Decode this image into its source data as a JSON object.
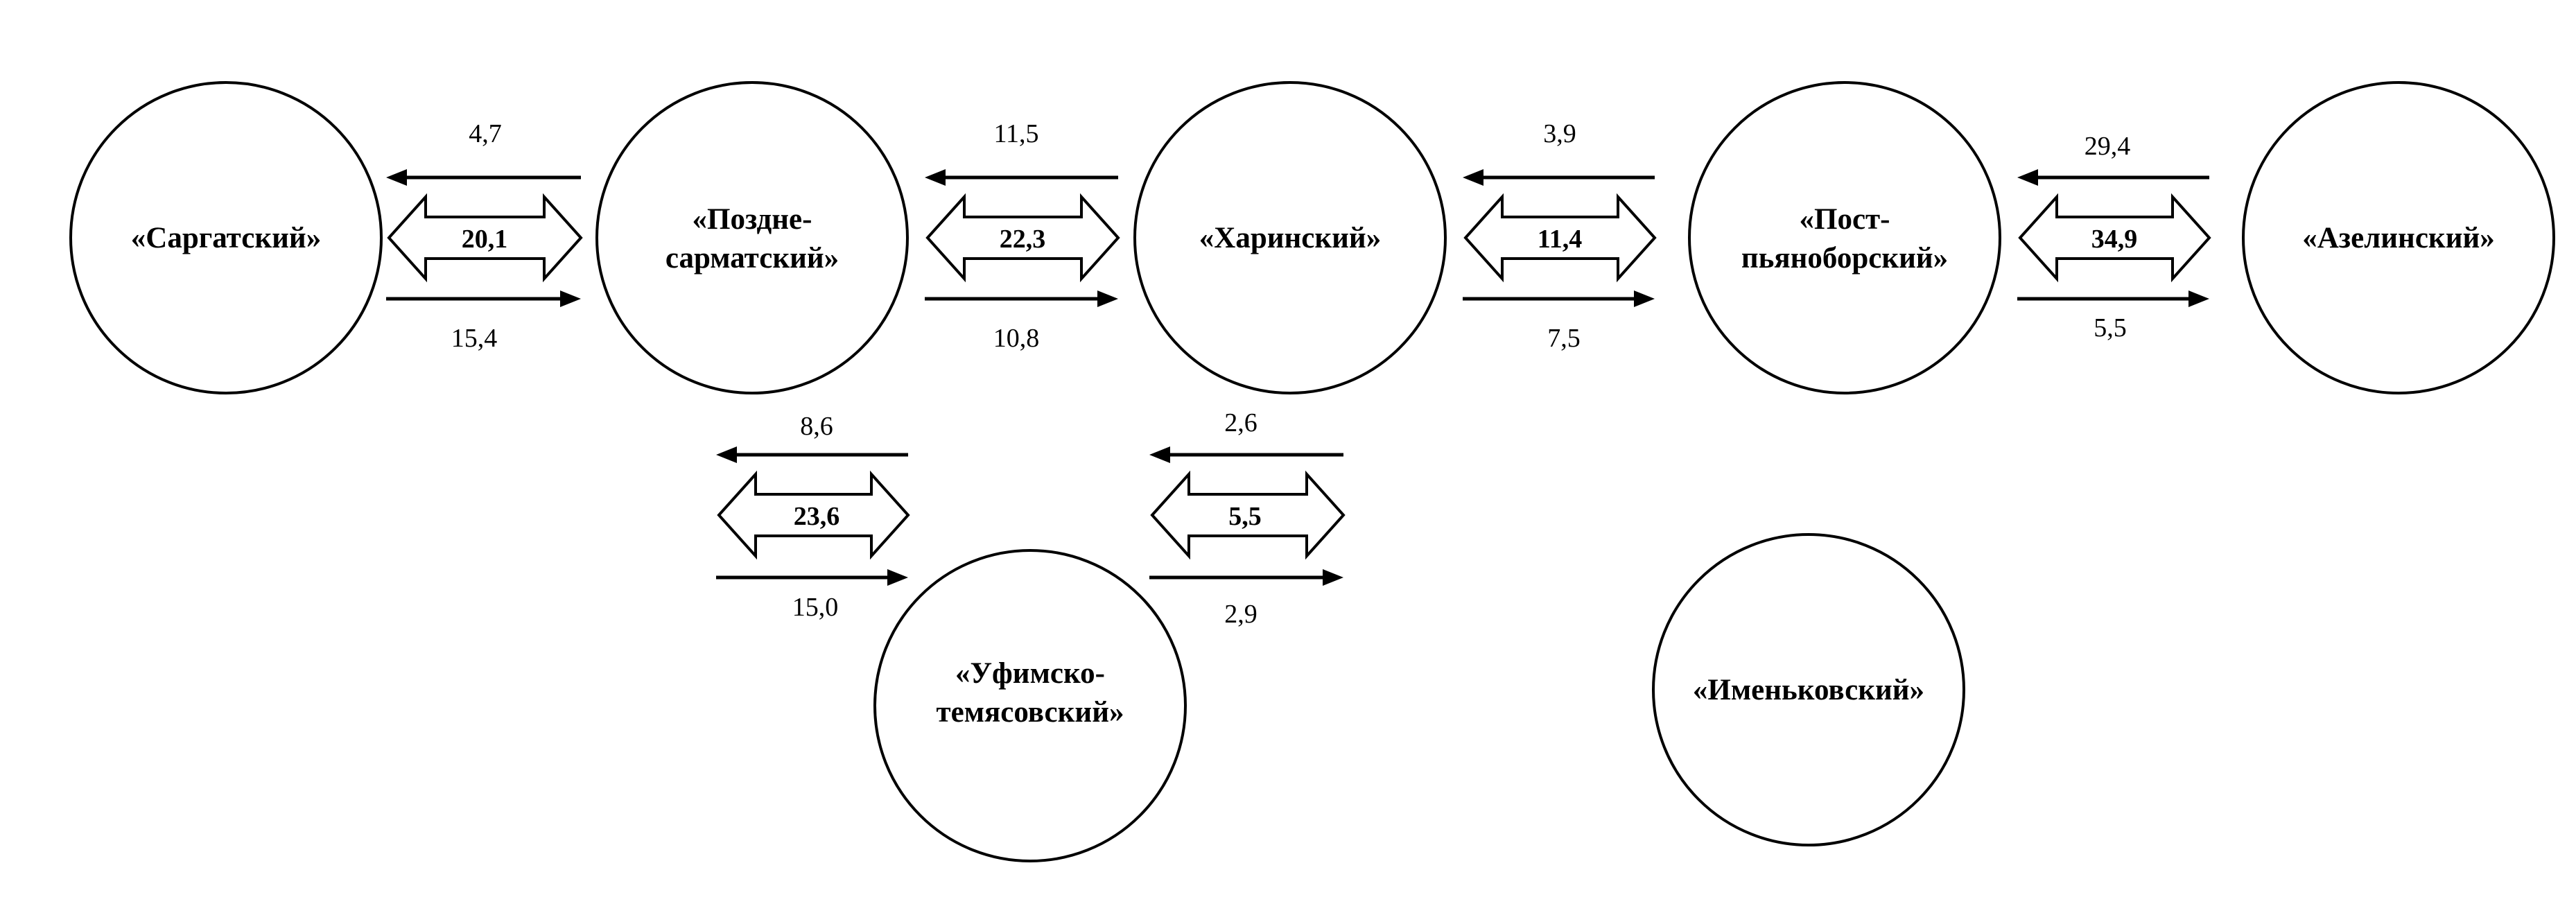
{
  "nodes": {
    "sargatsky": {
      "line1": "«Саргатский»",
      "line2": ""
    },
    "pozdne": {
      "line1": "«Поздне-",
      "line2": "сарматский»"
    },
    "kharinsky": {
      "line1": "«Харинский»",
      "line2": ""
    },
    "post": {
      "line1": "«Пост-",
      "line2": "пьяноборский»"
    },
    "azelinsky": {
      "line1": "«Азелинский»",
      "line2": ""
    },
    "ufimsko": {
      "line1": "«Уфимско-",
      "line2": "темясовский»"
    },
    "imenkovsky": {
      "line1": "«Именьковский»",
      "line2": ""
    }
  },
  "links": {
    "sargatsky_pozdne": {
      "back": "4,7",
      "total": "20,1",
      "forward": "15,4"
    },
    "pozdne_kharinsky": {
      "back": "11,5",
      "total": "22,3",
      "forward": "10,8"
    },
    "kharinsky_post": {
      "back": "3,9",
      "total": "11,4",
      "forward": "7,5"
    },
    "post_azelinsky": {
      "back": "29,4",
      "total": "34,9",
      "forward": "5,5"
    },
    "pozdne_ufimsko": {
      "back": "8,6",
      "total": "23,6",
      "forward": "15,0"
    },
    "ufimsko_kharinsky": {
      "back": "2,6",
      "total": "5,5",
      "forward": "2,9"
    }
  }
}
